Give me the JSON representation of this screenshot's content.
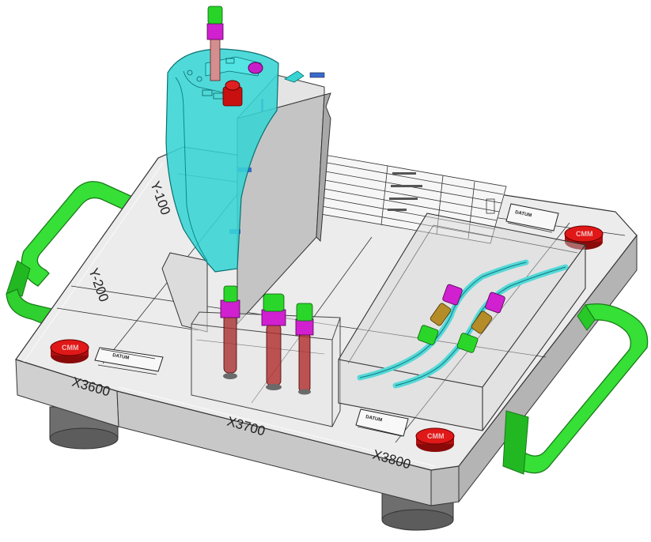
{
  "scene": {
    "kind": "CMM inspection fixture (isometric CAD render)",
    "colors": {
      "background": "#ffffff",
      "plate_top": "#ececec",
      "plate_side": "#c6c6c6",
      "handle": "#2fdc2f",
      "cyan_part": "#35d6d6",
      "magenta_fitting": "#d020d0",
      "green_cap": "#2ad62a",
      "red_button": "#d81414",
      "feet": "#7a7a7a",
      "tubing": "#55d8d8",
      "gold_tube": "#b48c28"
    }
  },
  "grid_labels": {
    "y100": "Y-100",
    "y200": "Y-200",
    "x3600": "X3600",
    "x3700": "X3700",
    "x3800": "X3800"
  },
  "datum_labels": {
    "left": "DATUM",
    "bottom": "DATUM",
    "right": "DATUM"
  },
  "cmm_buttons": {
    "left": "CMM",
    "bottom": "CMM",
    "right": "CMM"
  }
}
